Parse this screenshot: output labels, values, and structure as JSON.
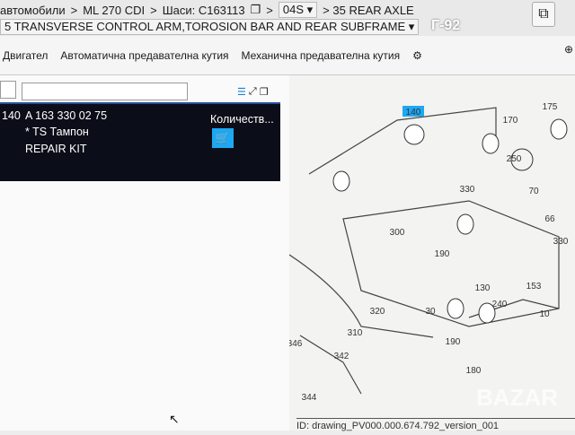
{
  "breadcrumb": {
    "root": "автомобили",
    "model": "ML 270 CDI",
    "chassis": "Шаси: C163113",
    "group": "04S",
    "subgroup": "35 REAR AXLE",
    "section": "5 TRANSVERSE CONTROL ARM,TOROSION BAR AND REAR SUBFRAME"
  },
  "logo": "Г-92",
  "tabs": [
    "Двигател",
    "Автоматична предавателна кутия",
    "Механична предавателна кутия"
  ],
  "part": {
    "position": "140",
    "number": "A 163 330 02 75",
    "name": "* TS Тампон",
    "description": "REPAIR KIT",
    "quantity_label": "Количеств..."
  },
  "diagram": {
    "selected": "140",
    "callouts": [
      "140",
      "170",
      "175",
      "250",
      "330",
      "70",
      "66",
      "300",
      "190",
      "130",
      "153",
      "320",
      "30",
      "240",
      "10",
      "310",
      "190",
      "342",
      "346",
      "180",
      "344",
      "330"
    ],
    "footer": "ID: drawing_PV000.000.674.792_version_001",
    "accent": "#1ea7f2"
  },
  "watermark": "BAZAR"
}
